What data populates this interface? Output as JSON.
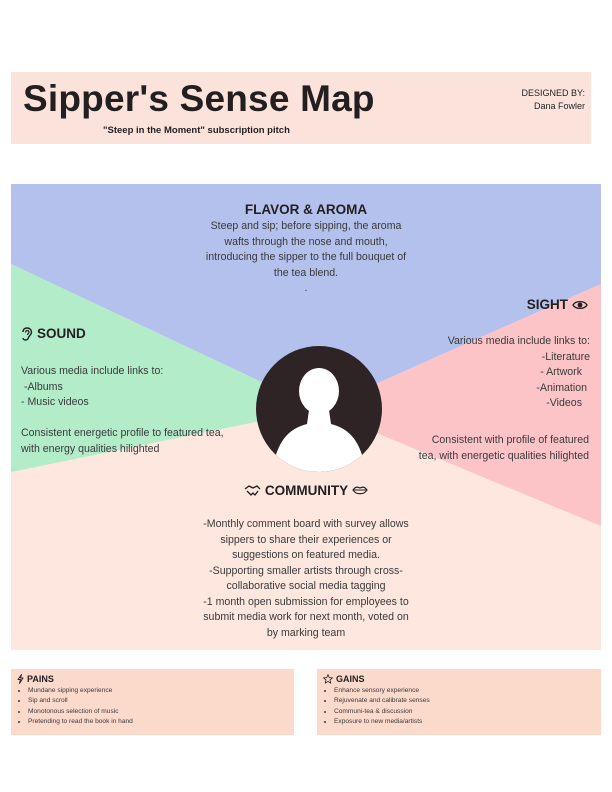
{
  "header": {
    "title": "Sipper's Sense Map",
    "subtitle": "\"Steep in the Moment\" subscription pitch",
    "designed_by_label": "DESIGNED BY:",
    "designer_name": "Dana Fowler"
  },
  "flavor": {
    "title": "FLAVOR & AROMA",
    "lines": [
      "Steep and sip; before sipping, the aroma",
      "wafts through the nose and mouth,",
      "introducing the sipper to the full bouquet of",
      "the tea blend.",
      "."
    ]
  },
  "sound": {
    "title": "SOUND",
    "lines": [
      "Various media include links to:",
      " -Albums",
      "- Music videos"
    ],
    "extra": [
      "Consistent energetic profile to featured tea,",
      "with energy qualities hilighted"
    ]
  },
  "sight": {
    "title": "SIGHT",
    "lines": [
      "Various media include links to:",
      "-Literature",
      "- Artwork",
      "-Animation",
      "-Videos"
    ],
    "extra": [
      "Consistent with profile of featured",
      "tea, with energetic qualities hilighted"
    ]
  },
  "community": {
    "title": "COMMUNITY",
    "lines": [
      "-Monthly comment board with survey allows",
      "sippers to share their experiences or",
      "suggestions on featured media.",
      "-Supporting smaller artists through cross-",
      "collaborative social media tagging",
      "-1 month open submission for employees to",
      "submit media work for next month, voted on",
      "by marking team"
    ]
  },
  "pains": {
    "title": "PAINS",
    "items": [
      "Mundane sipping experience",
      "Sip and scroll",
      "Monotonous selection of music",
      "Pretending to read the book in hand"
    ]
  },
  "gains": {
    "title": "GAINS",
    "items": [
      "Enhance sensory experience",
      "Rejuvenate and calibrate senses",
      "Communi-tea & discussion",
      "Exposure to new media/artists"
    ]
  },
  "colors": {
    "flavor_bg": "#b3c1ec",
    "sound_bg": "#b3ecc8",
    "sight_bg": "#fdc4c8",
    "community_bg": "#fde7df",
    "header_bg": "#fbe3dc",
    "panel_bg": "#fbd9cb",
    "avatar": "#2e2325"
  },
  "icons": {
    "sound": "ear-icon",
    "sight": "eye-icon",
    "community": "handshake-icon",
    "community_secondary": "lips-icon",
    "pains": "lightning-icon",
    "gains": "star-icon"
  }
}
